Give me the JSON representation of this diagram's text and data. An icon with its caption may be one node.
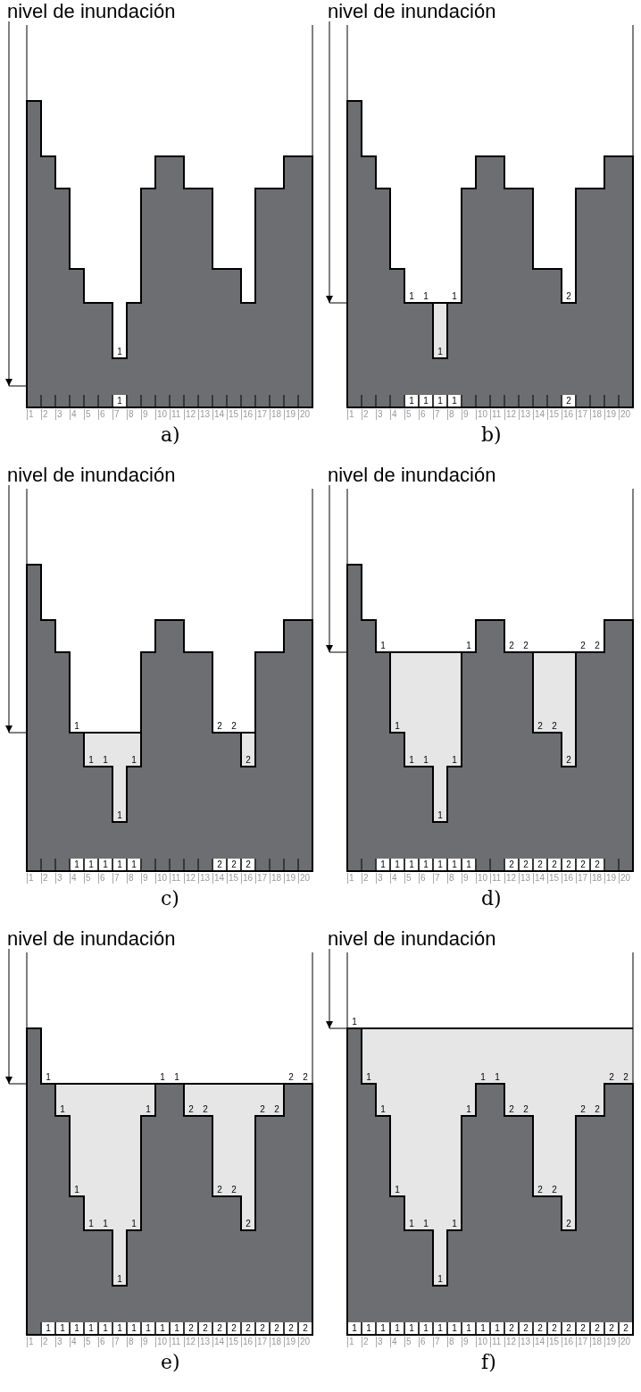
{
  "diagram": {
    "labels": [
      "nivel de inundación",
      "1",
      "1",
      "1",
      "2",
      "3",
      "4",
      "5",
      "6",
      "7",
      "8",
      "9",
      "10",
      "11",
      "12",
      "13",
      "14",
      "15",
      "16",
      "17",
      "18",
      "19",
      "20",
      "a)",
      "nivel de inundación",
      "1",
      "1",
      "1",
      "2",
      "1",
      "1",
      "1",
      "1",
      "1",
      "2",
      "1",
      "2",
      "3",
      "4",
      "5",
      "6",
      "7",
      "8",
      "9",
      "10",
      "11",
      "12",
      "13",
      "14",
      "15",
      "16",
      "17",
      "18",
      "19",
      "20",
      "b)",
      "nivel de inundación",
      "1",
      "2",
      "2",
      "1",
      "1",
      "1",
      "2",
      "1",
      "1",
      "1",
      "1",
      "1",
      "1",
      "2",
      "2",
      "2",
      "1",
      "2",
      "3",
      "4",
      "5",
      "6",
      "7",
      "8",
      "9",
      "10",
      "11",
      "12",
      "13",
      "14",
      "15",
      "16",
      "17",
      "18",
      "19",
      "20",
      "c)",
      "nivel de inundación",
      "1",
      "1",
      "2",
      "2",
      "2",
      "2",
      "1",
      "2",
      "2",
      "1",
      "1",
      "1",
      "2",
      "1",
      "1",
      "1",
      "1",
      "1",
      "1",
      "1",
      "1",
      "2",
      "2",
      "2",
      "2",
      "2",
      "2",
      "2",
      "1",
      "2",
      "3",
      "4",
      "5",
      "6",
      "7",
      "8",
      "9",
      "10",
      "11",
      "12",
      "13",
      "14",
      "15",
      "16",
      "17",
      "18",
      "19",
      "20",
      "d)",
      "nivel de inundación",
      "1",
      "1",
      "1",
      "2",
      "2",
      "1",
      "1",
      "2",
      "2",
      "2",
      "2",
      "1",
      "2",
      "2",
      "1",
      "1",
      "1",
      "2",
      "1",
      "1",
      "1",
      "1",
      "1",
      "1",
      "1",
      "1",
      "1",
      "1",
      "1",
      "2",
      "2",
      "2",
      "2",
      "2",
      "2",
      "2",
      "2",
      "2",
      "1",
      "2",
      "3",
      "4",
      "5",
      "6",
      "7",
      "8",
      "9",
      "10",
      "11",
      "12",
      "13",
      "14",
      "15",
      "16",
      "17",
      "18",
      "19",
      "20",
      "e)",
      "nivel de inundación",
      "1",
      "1",
      "1",
      "1",
      "2",
      "2",
      "1",
      "1",
      "2",
      "2",
      "2",
      "2",
      "1",
      "2",
      "2",
      "1",
      "1",
      "1",
      "2",
      "1",
      "1",
      "1",
      "1",
      "1",
      "1",
      "1",
      "1",
      "1",
      "1",
      "1",
      "1",
      "2",
      "2",
      "2",
      "2",
      "2",
      "2",
      "2",
      "2",
      "2",
      "1",
      "2",
      "3",
      "4",
      "5",
      "6",
      "7",
      "8",
      "9",
      "10",
      "11",
      "12",
      "13",
      "14",
      "15",
      "16",
      "17",
      "18",
      "19",
      "20",
      "f)"
    ]
  }
}
